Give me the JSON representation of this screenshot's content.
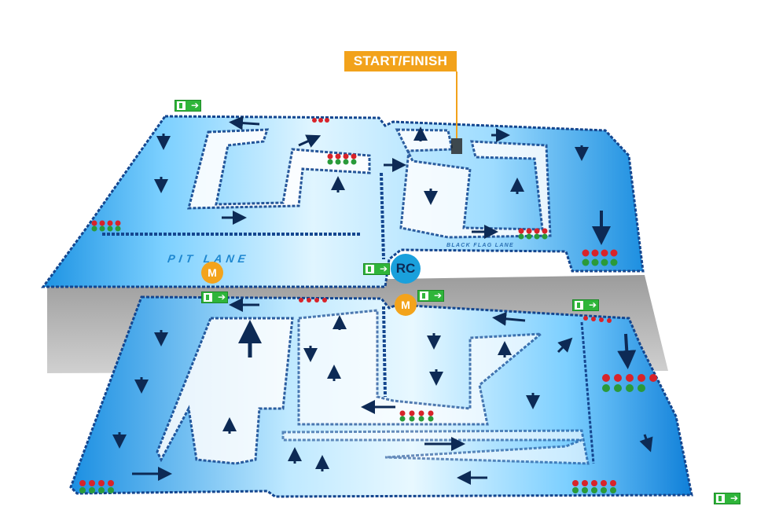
{
  "labels": {
    "start_finish": "START/FINISH",
    "pit_lane": "PIT LANE",
    "black_flag_lane": "BLACK FLAG LANE",
    "race_control": "RC",
    "marshal": "M"
  },
  "icons": {
    "emergency_exit": "emergency-exit-sign-icon",
    "direction": "direction-arrow-icon",
    "traffic_lights": "traffic-light-icon"
  },
  "colors": {
    "track_light": "#e4f6ff",
    "track_blue": "#36a8ec",
    "track_deep": "#0d7ed8",
    "barrier": "#14468f",
    "arrow": "#0d2a55",
    "label_orange": "#f2a21b",
    "exit_green": "#2fb53a",
    "light_red": "#d8232a",
    "light_green": "#2a9a3a",
    "rc_blue": "#1aa0dc"
  }
}
